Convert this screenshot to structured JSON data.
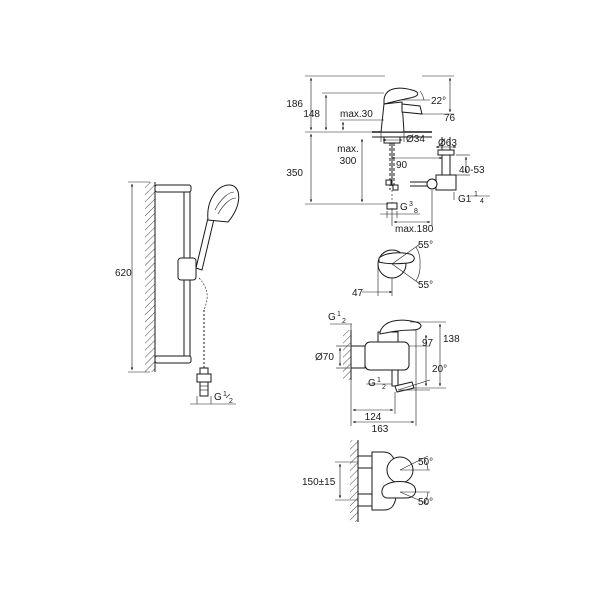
{
  "shower_set": {
    "height": "620",
    "inlet_thread": "G",
    "inlet_thread_num": "1",
    "inlet_thread_den": "2"
  },
  "basin_mixer": {
    "h186": "186",
    "h148": "148",
    "max30": "max.30",
    "angle22": "22°",
    "d76": "76",
    "dia34": "Ø34",
    "max_label": "max.",
    "max300": "300",
    "h350": "350",
    "d90": "90",
    "dia63": "Ø63",
    "d4053": "40-53",
    "thread_g38_g": "G",
    "thread_g38_num": "3",
    "thread_g38_den": "8",
    "thread_g114_g": "G1",
    "thread_g114_num": "1",
    "thread_g114_den": "4",
    "max180": "max.180"
  },
  "lever_top": {
    "angle_top": "55°",
    "angle_bottom": "55°",
    "d47": "47"
  },
  "bath_mixer": {
    "thread_top_g": "G",
    "thread_top_num": "1",
    "thread_top_den": "2",
    "d138": "138",
    "d97": "97",
    "dia70": "Ø70",
    "thread_bottom_g": "G",
    "thread_bottom_num": "1",
    "thread_bottom_den": "2",
    "angle20": "20°",
    "d124": "124",
    "d163": "163"
  },
  "bath_front": {
    "centres": "150±15",
    "angle_top": "50°",
    "angle_bottom": "50°"
  }
}
